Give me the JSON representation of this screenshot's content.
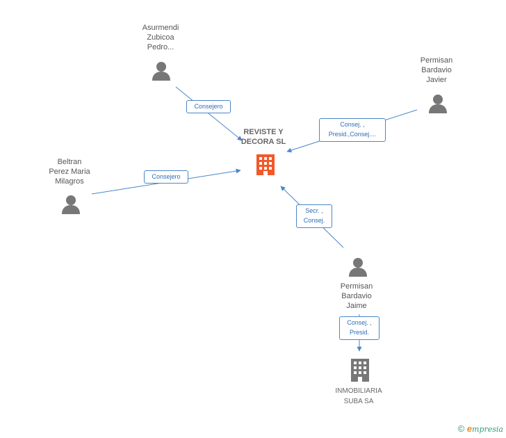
{
  "company": {
    "name": "REVISTE Y\nDECORA SL",
    "color": "#f2592a"
  },
  "persons": [
    {
      "id": "asurmendi",
      "name": "Asurmendi\nZubicoa\nPedro..."
    },
    {
      "id": "permisan-javier",
      "name": "Permisan\nBardavio\nJavier"
    },
    {
      "id": "beltran",
      "name": "Beltran\nPerez Maria\nMilagros"
    },
    {
      "id": "permisan-jaime",
      "name": "Permisan\nBardavio\nJaime"
    }
  ],
  "related_company": {
    "name": "INMOBILIARIA\nSUBA SA",
    "color": "#777777"
  },
  "edges": [
    {
      "id": "e1",
      "label": "Consejero"
    },
    {
      "id": "e2",
      "label": "Consej. ,\nPresid.,Consej...."
    },
    {
      "id": "e3",
      "label": "Consejero"
    },
    {
      "id": "e4",
      "label": "Secr. ,\nConsej."
    },
    {
      "id": "e5",
      "label": "Consej. ,\nPresid."
    }
  ],
  "colors": {
    "edge": "#4a86c8",
    "person": "#777777"
  },
  "footer": {
    "copyright": "©",
    "brand_initial": "e",
    "brand_rest": "mpresia"
  }
}
